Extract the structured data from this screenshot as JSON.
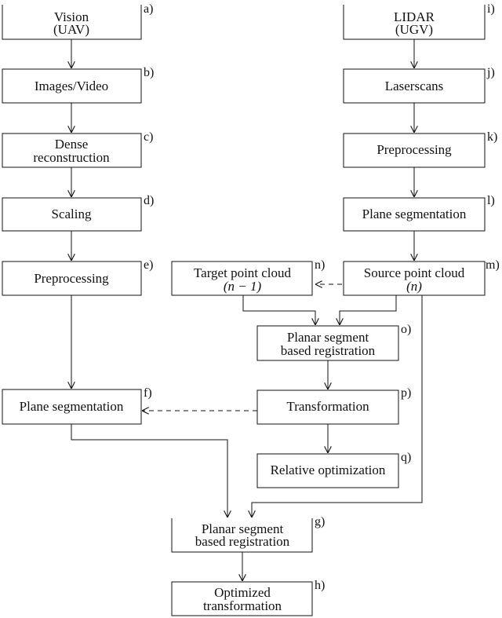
{
  "nodes": {
    "vision": {
      "line1": "Vision",
      "line2": "(UAV)",
      "tag": "a)"
    },
    "images": {
      "line1": "Images/Video",
      "tag": "b)"
    },
    "dense": {
      "line1": "Dense",
      "line2": "reconstruction",
      "tag": "c)"
    },
    "scaling": {
      "line1": "Scaling",
      "tag": "d)"
    },
    "pre_left": {
      "line1": "Preprocessing",
      "tag": "e)"
    },
    "plane_seg_left": {
      "line1": "Plane segmentation",
      "tag": "f)"
    },
    "planar_reg_bottom": {
      "line1": "Planar segment",
      "line2": "based registration",
      "tag": "g)"
    },
    "optimized": {
      "line1": "Optimized",
      "line2": "transformation",
      "tag": "h)"
    },
    "lidar": {
      "line1": "LIDAR",
      "line2": "(UGV)",
      "tag": "i)"
    },
    "laserscans": {
      "line1": "Laserscans",
      "tag": "j)"
    },
    "pre_right": {
      "line1": "Preprocessing",
      "tag": "k)"
    },
    "plane_seg_right": {
      "line1": "Plane segmentation",
      "tag": "l)"
    },
    "source": {
      "line1": "Source point cloud",
      "line2": "(n)",
      "tag": "m)"
    },
    "target": {
      "line1": "Target point cloud",
      "line2": "(n − 1)",
      "tag": "n)"
    },
    "planar_reg_mid": {
      "line1": "Planar segment",
      "line2": "based registration",
      "tag": "o)"
    },
    "transformation": {
      "line1": "Transformation",
      "tag": "p)"
    },
    "relative_opt": {
      "line1": "Relative optimization",
      "tag": "q)"
    }
  }
}
